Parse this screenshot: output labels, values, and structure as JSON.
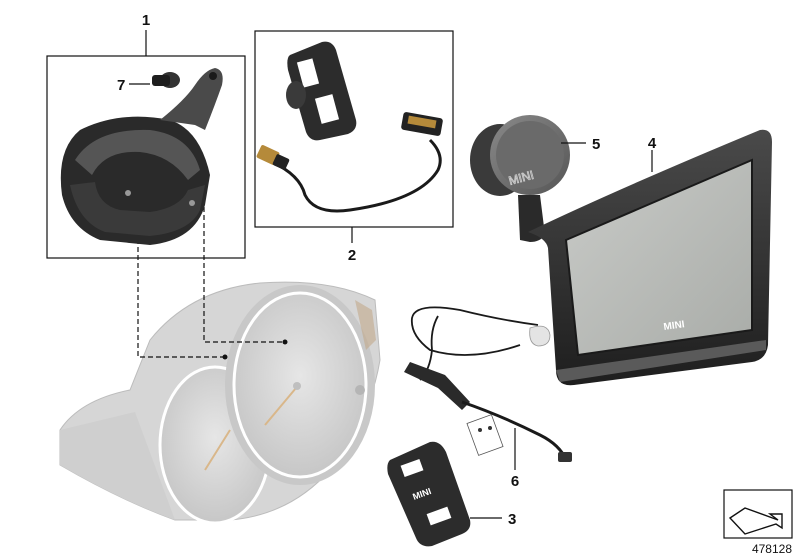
{
  "diagram": {
    "callouts": {
      "c1": "1",
      "c2": "2",
      "c3": "3",
      "c4": "4",
      "c5": "5",
      "c6": "6",
      "c7": "7"
    },
    "brand_labels": {
      "navigation_unit": "MINI",
      "cradle_cap": "MINI",
      "snap_in_adapter": "MINI"
    },
    "document_number": "478128"
  }
}
